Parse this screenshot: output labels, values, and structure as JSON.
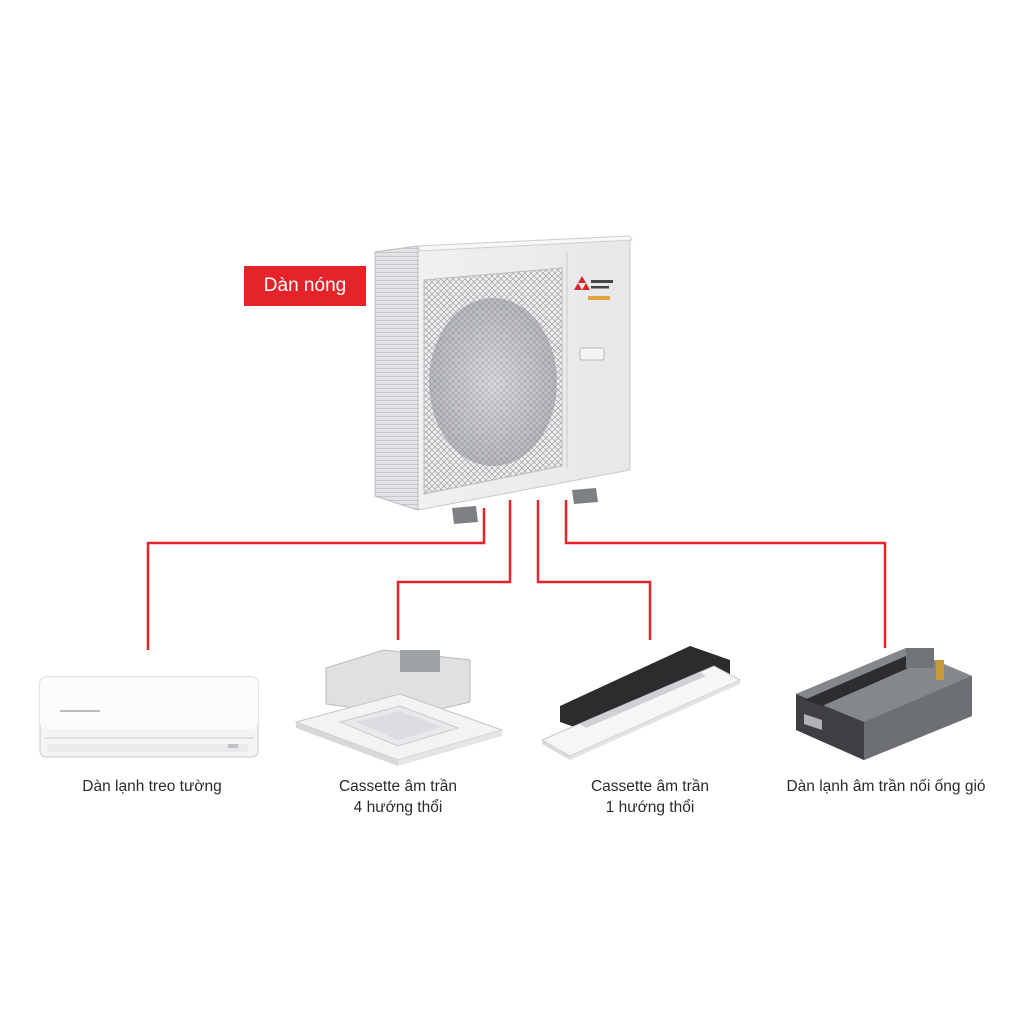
{
  "outdoor_unit": {
    "label": "Dàn nóng",
    "brand": "MITSUBISHI ELECTRIC",
    "connector_color": "#e4232b"
  },
  "indoor_units": [
    {
      "line1": "Dàn lạnh treo tường",
      "line2": ""
    },
    {
      "line1": "Cassette âm trần",
      "line2": "4 hướng thổi"
    },
    {
      "line1": "Cassette âm trần",
      "line2": "1 hướng thổi"
    },
    {
      "line1": "Dàn lạnh âm trần nối ống gió",
      "line2": ""
    }
  ]
}
